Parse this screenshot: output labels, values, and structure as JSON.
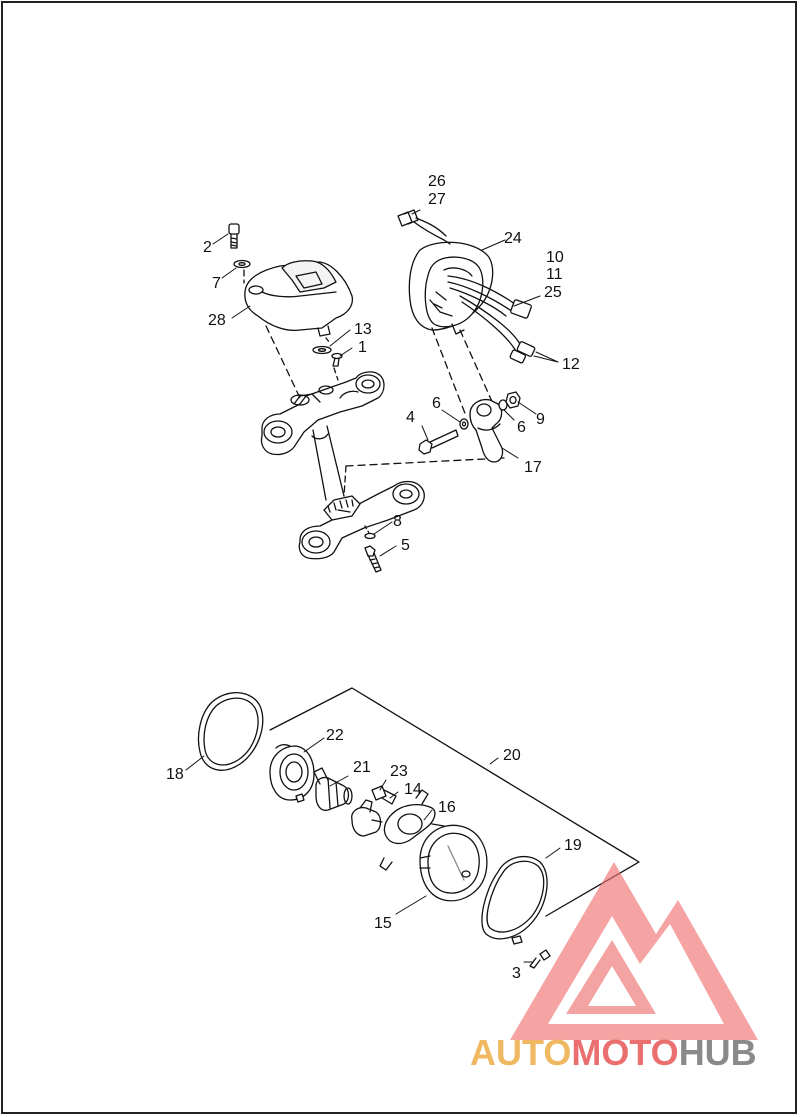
{
  "callouts": {
    "c26": "26",
    "c27": "27",
    "c24": "24",
    "c10": "10",
    "c11": "11",
    "c25": "25",
    "c12": "12",
    "c2": "2",
    "c7": "7",
    "c28": "28",
    "c13": "13",
    "c1": "1",
    "c4": "4",
    "c6a": "6",
    "c6b": "6",
    "c9": "9",
    "c17": "17",
    "c8": "8",
    "c5": "5",
    "c18": "18",
    "c22": "22",
    "c20": "20",
    "c21": "21",
    "c23": "23",
    "c14": "14",
    "c16": "16",
    "c19": "19",
    "c15": "15",
    "c3": "3"
  },
  "watermark": {
    "part1": "AUTO",
    "part2": "MOTO",
    "part3": "HUB",
    "colors": {
      "auto": "#f0b860",
      "moto": "#ea7070",
      "hub": "#8a8a8a",
      "logo": "#ef6f6f"
    }
  }
}
